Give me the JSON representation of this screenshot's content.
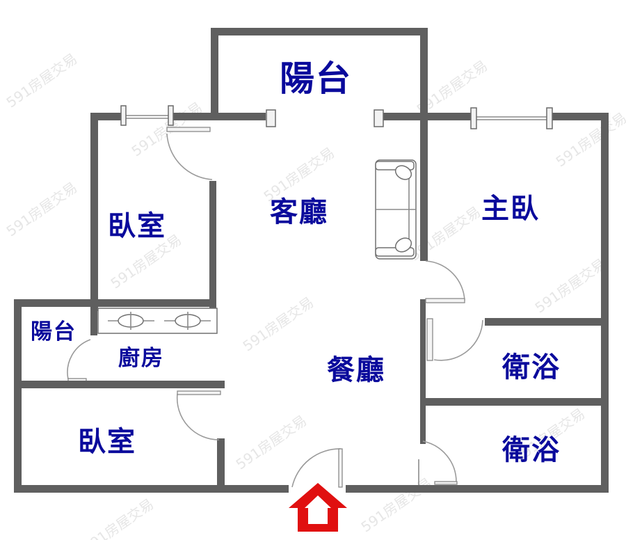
{
  "plan": {
    "watermark": "591房屋交易",
    "rooms": {
      "balcony_top": "陽台",
      "living_room": "客廳",
      "bedroom_left": "臥室",
      "master_bedroom": "主臥",
      "balcony_small": "陽台",
      "kitchen": "廚房",
      "dining_room": "餐廳",
      "bathroom_1": "衛浴",
      "bathroom_2": "衛浴",
      "bedroom_bottom": "臥室"
    },
    "icons": {
      "entrance": "entrance-arrow-icon",
      "sofa": "sofa-icon",
      "stove": "gas-stove-icon"
    },
    "colors": {
      "wall": "#5f5f5f",
      "label": "#0a0a9c",
      "entrance_arrow": "#e01010"
    }
  }
}
